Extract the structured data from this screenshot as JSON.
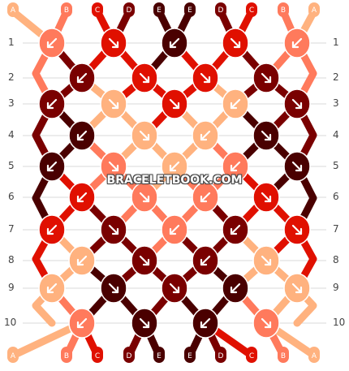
{
  "colors": {
    "A": "#ffb27f",
    "B": "#ff7a5c",
    "C": "#e01000",
    "D": "#7a0000",
    "E": "#4a0000"
  },
  "top_labels": [
    "A",
    "B",
    "C",
    "D",
    "E",
    "E",
    "D",
    "C",
    "B",
    "A"
  ],
  "bottom_labels": [
    "A",
    "B",
    "C",
    "D",
    "E",
    "E",
    "D",
    "C",
    "B",
    "A"
  ],
  "row_numbers": [
    "1",
    "2",
    "3",
    "4",
    "5",
    "6",
    "7",
    "8",
    "9",
    "10"
  ],
  "knots": [
    [
      {
        "c": "B",
        "d": "L"
      },
      {
        "c": "C",
        "d": "R"
      },
      {
        "c": "E",
        "d": "L"
      },
      {
        "c": "C",
        "d": "R"
      },
      {
        "c": "B",
        "d": "L"
      }
    ],
    [
      {
        "c": "D",
        "d": "L"
      },
      {
        "c": "C",
        "d": "R"
      },
      {
        "c": "C",
        "d": "R"
      },
      {
        "c": "D",
        "d": "R"
      }
    ],
    [
      {
        "c": "D",
        "d": "L"
      },
      {
        "c": "A",
        "d": "R"
      },
      {
        "c": "C",
        "d": "R"
      },
      {
        "c": "A",
        "d": "L"
      },
      {
        "c": "D",
        "d": "R"
      }
    ],
    [
      {
        "c": "E",
        "d": "L"
      },
      {
        "c": "A",
        "d": "R"
      },
      {
        "c": "A",
        "d": "L"
      },
      {
        "c": "E",
        "d": "R"
      }
    ],
    [
      {
        "c": "E",
        "d": "L"
      },
      {
        "c": "B",
        "d": "R"
      },
      {
        "c": "A",
        "d": "L"
      },
      {
        "c": "B",
        "d": "L"
      },
      {
        "c": "E",
        "d": "R"
      }
    ],
    [
      {
        "c": "C",
        "d": "L"
      },
      {
        "c": "B",
        "d": "R"
      },
      {
        "c": "B",
        "d": "L"
      },
      {
        "c": "C",
        "d": "R"
      }
    ],
    [
      {
        "c": "C",
        "d": "L"
      },
      {
        "c": "D",
        "d": "R"
      },
      {
        "c": "B",
        "d": "L"
      },
      {
        "c": "D",
        "d": "L"
      },
      {
        "c": "C",
        "d": "R"
      }
    ],
    [
      {
        "c": "A",
        "d": "L"
      },
      {
        "c": "D",
        "d": "R"
      },
      {
        "c": "D",
        "d": "L"
      },
      {
        "c": "A",
        "d": "R"
      }
    ],
    [
      {
        "c": "A",
        "d": "L"
      },
      {
        "c": "E",
        "d": "R"
      },
      {
        "c": "D",
        "d": "R"
      },
      {
        "c": "E",
        "d": "L"
      },
      {
        "c": "A",
        "d": "R"
      }
    ],
    [
      {
        "c": "B",
        "d": "L"
      },
      {
        "c": "E",
        "d": "R"
      },
      {
        "c": "E",
        "d": "L"
      },
      {
        "c": "B",
        "d": "R"
      }
    ]
  ],
  "watermark": "BRACELETBOOK.COM"
}
